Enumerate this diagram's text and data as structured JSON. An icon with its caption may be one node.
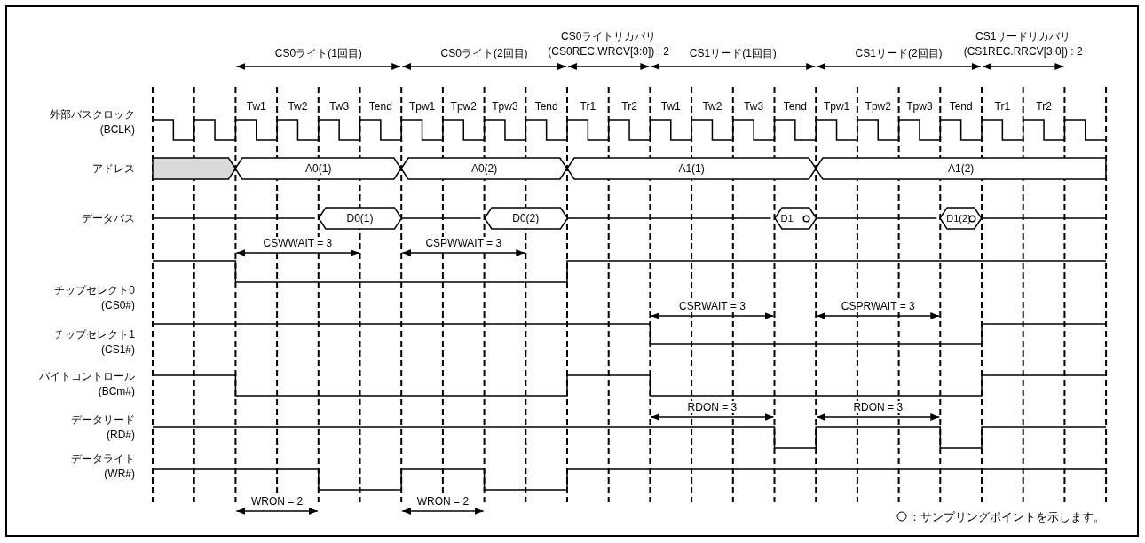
{
  "diagram": {
    "nodes": [
      {
        "text": [],
        "shape": "box"
      },
      {
        "text": [
          "A0(1)"
        ]
      },
      {
        "text": [
          "A0(2)"
        ]
      },
      {
        "text": [
          "A1(1)"
        ]
      },
      {
        "text": [
          "A1(2)"
        ]
      },
      {
        "text": [
          "D0(1)"
        ]
      },
      {
        "text": [
          "D0(2)"
        ]
      },
      {
        "text": [
          "D1"
        ]
      },
      {
        "text": [
          "D1(2)"
        ]
      }
    ],
    "labels": [
      "CS0ライト(1回目)",
      "CS0ライト(2回目)",
      "CS0ライトリカバリ (CS0REC.WRCV[3:0]) : 2",
      "CS1リード(1回目)",
      "CS1リード(2回目)",
      "CS1リードリカバリ (CS1REC.RRCV[3:0]) : 2",
      "Tw1",
      "Tw2",
      "Tw3",
      "Tend",
      "Tpw1",
      "Tpw2",
      "Tpw3",
      "Tend",
      "Tr1",
      "Tr2",
      "Tw1",
      "Tw2",
      "Tw3",
      "Tend",
      "Tpw1",
      "Tpw2",
      "Tpw3",
      "Tend",
      "Tr1",
      "Tr2",
      "外部バスクロック (BCLK)",
      "アドレス",
      "データバス",
      "CSWWAIT = 3",
      "CSPWWAIT = 3",
      "チップセレクト0 (CS0#)",
      "CSRWAIT = 3",
      "CSPRWAIT = 3",
      "チップセレクト1 (CS1#)",
      "バイトコントロール (BCm#)",
      "RDON = 3",
      "RDON = 3",
      "データリード (RD#)",
      "データライト (WR#)",
      "WRON = 2",
      "WRON = 2"
    ],
    "legend": [
      {
        "text": "：サンプリングポイントを示します。"
      }
    ]
  }
}
